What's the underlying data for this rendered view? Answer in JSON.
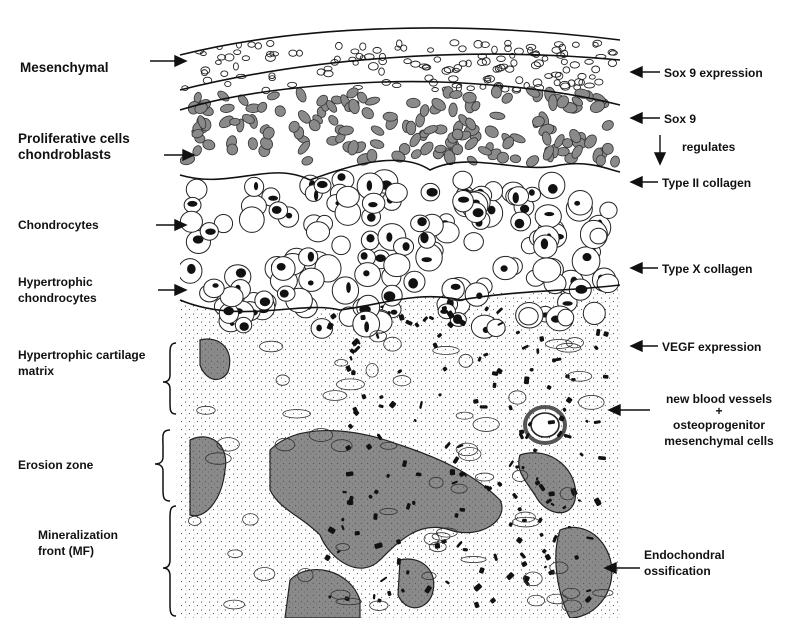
{
  "left_labels": {
    "mesenchymal": "Mesenchymal",
    "proliferative_line1": "Proliferative cells",
    "proliferative_line2": "chondroblasts",
    "chondrocytes": "Chondrocytes",
    "hypertrophic_line1": "Hypertrophic",
    "hypertrophic_line2": "chondrocytes",
    "cartilage_matrix_line1": "Hypertrophic cartilage",
    "cartilage_matrix_line2": "matrix",
    "erosion_zone": "Erosion zone",
    "mineralization_line1": "Mineralization",
    "mineralization_line2": "front (MF)"
  },
  "right_labels": {
    "sox9_expression": "Sox 9 expression",
    "sox9": "Sox 9",
    "regulates": "regulates",
    "type2_collagen": "Type II collagen",
    "typex_collagen": "Type X collagen",
    "vegf_expression": "VEGF expression",
    "blood_vessels_line1": "new blood vessels",
    "blood_vessels_plus": "+",
    "blood_vessels_line2": "osteoprogenitor",
    "blood_vessels_line3": "mesenchymal cells",
    "endochondral_line1": "Endochondral",
    "endochondral_line2": "ossification"
  },
  "colors": {
    "ink": "#111111",
    "tissue_gray": "#8a8a8a",
    "cell_gray": "#777777",
    "paper": "#ffffff"
  }
}
